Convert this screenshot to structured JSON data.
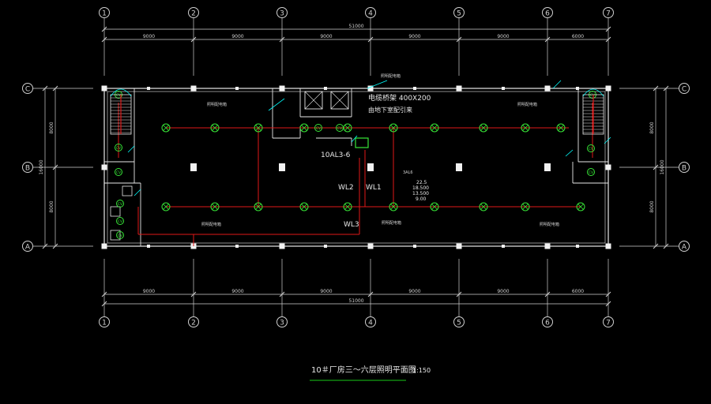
{
  "drawing": {
    "title": "10＃厂房三～六层照明平面图",
    "scale": "1:150",
    "colors": {
      "background": "#000000",
      "wall": "#e8e8e8",
      "dimension": "#d0d0d0",
      "wiring": "#e01818",
      "fixture": "#37e637",
      "accent": "#00ffff",
      "title_underline": "#19c819"
    }
  },
  "axes": {
    "columns": [
      "1",
      "2",
      "3",
      "4",
      "5",
      "6",
      "7"
    ],
    "rows": [
      "C",
      "B",
      "A"
    ]
  },
  "dimensions": {
    "bays": [
      "9000",
      "9000",
      "9000",
      "9000",
      "9000",
      "6000"
    ],
    "bays_bottom": [
      "9000",
      "9000",
      "9000",
      "9000",
      "9000",
      "6000"
    ],
    "total": "51000",
    "left_spans": [
      "8000",
      "8000"
    ],
    "left_total": "16000",
    "right_spans": [
      "8000",
      "8000"
    ],
    "right_total": "16000"
  },
  "annotations": {
    "cable_tray": "电缆桥架 400X200",
    "cable_tray_note": "由地下室配引来",
    "panel": "10AL3-6",
    "circuits": [
      "WL2",
      "WL1",
      "WL3"
    ],
    "levels": [
      "22.5",
      "18.500",
      "13.500",
      "9.00"
    ],
    "room_label": "3AL6",
    "small_tags": [
      "照明配电箱",
      "照明配电箱",
      "照明配电箱",
      "照明配电箱",
      "照明配电箱",
      "照明配电箱"
    ],
    "stair_fixture": "CV"
  }
}
